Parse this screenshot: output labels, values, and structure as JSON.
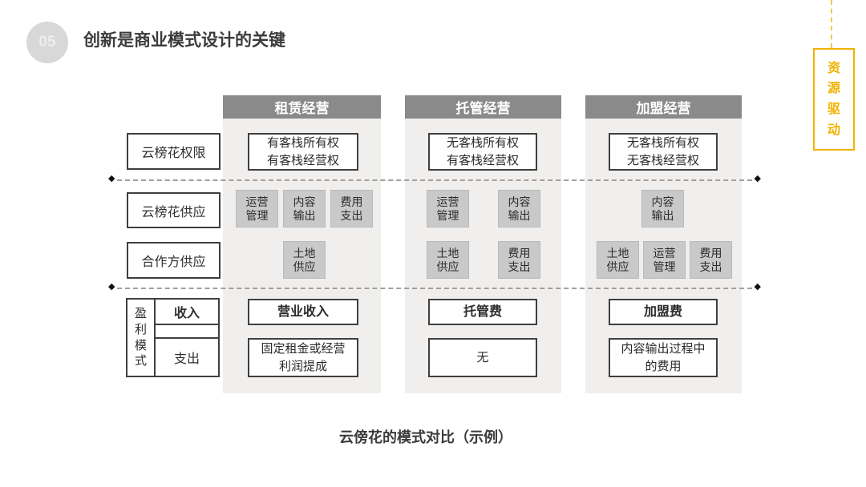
{
  "page_number": "05",
  "title": "创新是商业模式设计的关键",
  "side_tag": {
    "label": "资\n源\n驱\n动"
  },
  "caption": "云傍花的模式对比（示例）",
  "icons": {
    "diamond": "◆"
  },
  "row_labels": {
    "permission": "云榜花权限",
    "platform_supply": "云榜花供应",
    "partner_supply": "合作方供应",
    "profit_model": "盈\n利\n模\n式",
    "income": "收入",
    "expense": "支出"
  },
  "columns": [
    {
      "header": "租赁经营",
      "permission": "有客栈所有权\n有客栈经营权",
      "platform_supply": [
        "运营\n管理",
        "内容\n输出",
        "费用\n支出"
      ],
      "partner_supply": [
        "土地\n供应"
      ],
      "income": "营业收入",
      "expense": "固定租金或经营\n利润提成"
    },
    {
      "header": "托管经营",
      "permission": "无客栈所有权\n有客栈经营权",
      "platform_supply": [
        "运营\n管理",
        "内容\n输出"
      ],
      "partner_supply": [
        "土地\n供应",
        "费用\n支出"
      ],
      "income": "托管费",
      "expense": "无"
    },
    {
      "header": "加盟经营",
      "permission": "无客栈所有权\n无客栈经营权",
      "platform_supply": [
        "内容\n输出"
      ],
      "partner_supply": [
        "土地\n供应",
        "运营\n管理",
        "费用\n支出"
      ],
      "income": "加盟费",
      "expense": "内容输出过程中\n的费用"
    }
  ],
  "colors": {
    "accent_yellow": "#F2B200",
    "header_gray": "#8A8A8A",
    "column_bg": "#F0EFEE",
    "tag_gray": "#C9C9C9",
    "box_border": "#3F3F3F",
    "title_text": "#3B3B3B"
  }
}
